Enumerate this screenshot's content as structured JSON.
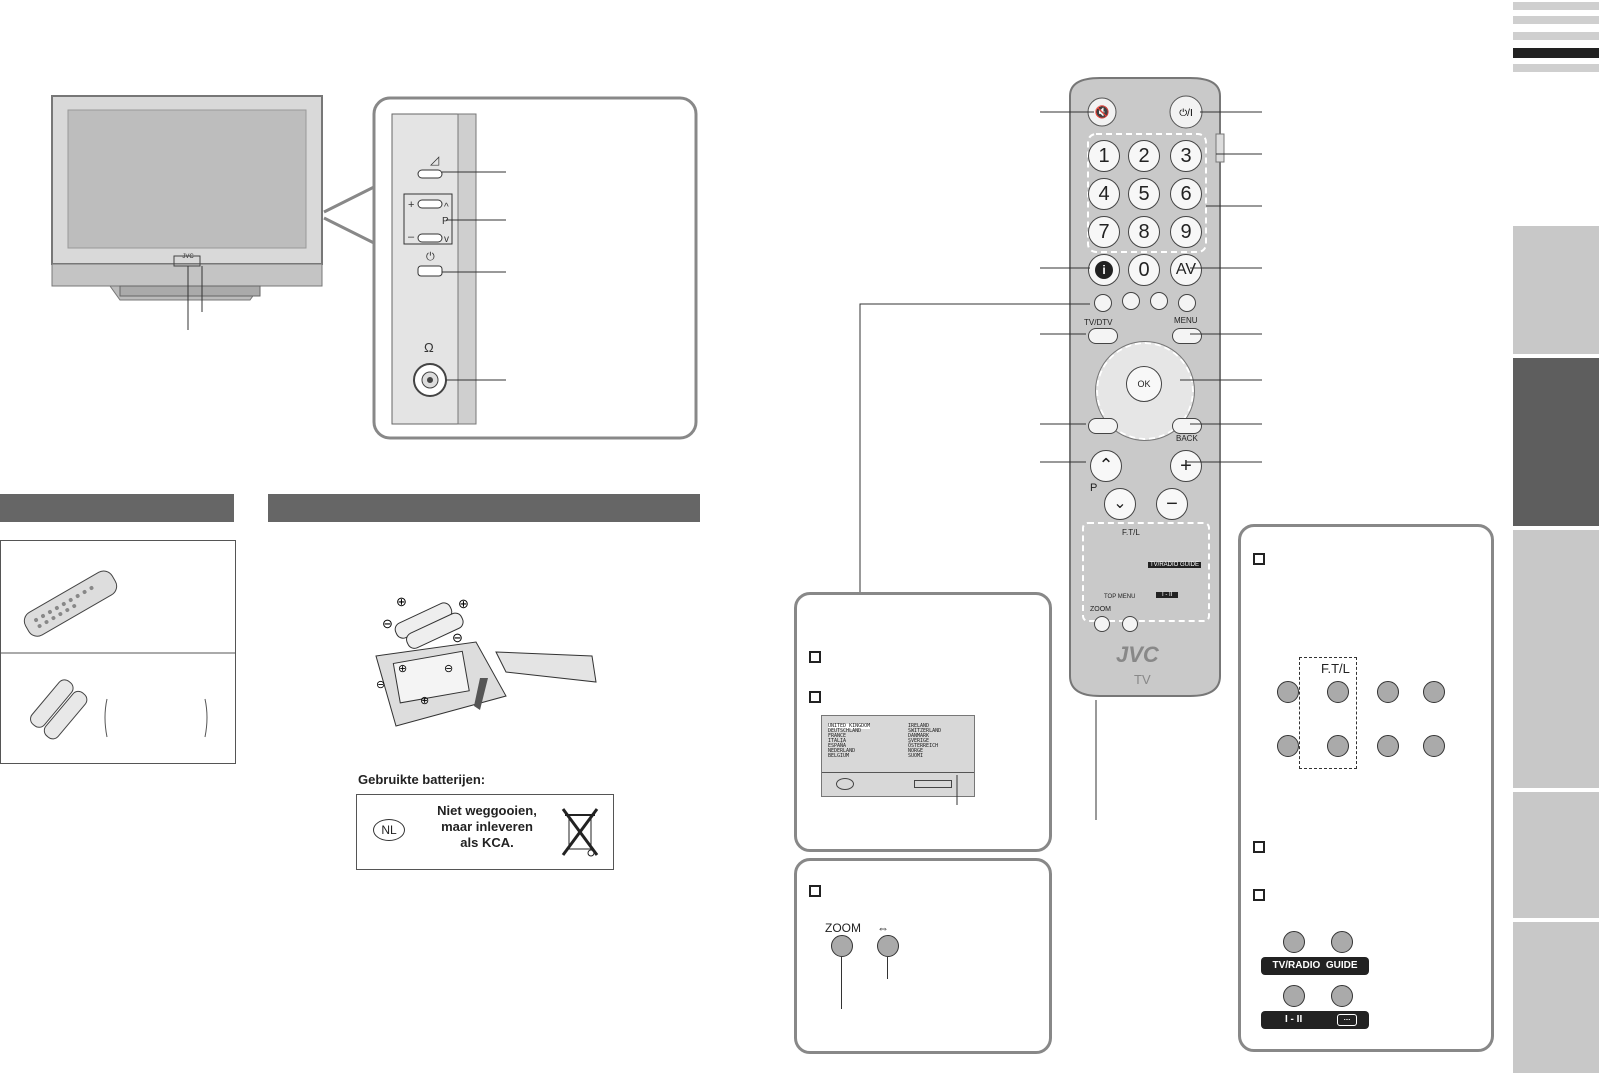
{
  "tv_panel": {
    "brand": "JVC",
    "pch_label": "P"
  },
  "remote": {
    "top_buttons": {
      "power": "⏻/I"
    },
    "digits": [
      "1",
      "2",
      "3",
      "4",
      "5",
      "6",
      "7",
      "8",
      "9"
    ],
    "zero": "0",
    "info": "i",
    "av": "AV",
    "tv_dtv": "TV/DTV",
    "menu": "MENU",
    "ok": "OK",
    "back": "BACK",
    "p_label": "P",
    "ftl": "F.T/L",
    "tv_radio_guide": "TV/RADIO  GUIDE",
    "top_menu": "TOP MENU",
    "i_ii": "I - II",
    "zoom": "ZOOM",
    "brand": "JVC",
    "model": "TV"
  },
  "battery_note": {
    "heading": "Gebruikte batterijen:",
    "country": "NL",
    "lines": [
      "Niet weggooien,",
      "maar inleveren",
      "als KCA."
    ]
  },
  "country_menu": {
    "left": [
      "UNITED KINGDOM",
      "DEUTSCHLAND",
      "FRANCE",
      "ITALIA",
      "ESPAÑA",
      "NEDERLAND",
      "BELGIUM"
    ],
    "right": [
      "IRELAND",
      "SWITZERLAND",
      "DANMARK",
      "SVERIGE",
      "ÖSTERREICH",
      "NORGE",
      "SUOMI"
    ]
  },
  "zoom_panel": {
    "zoom": "ZOOM"
  },
  "right_panel": {
    "ftl": "F.T/L",
    "tv_radio_guide": "TV/RADIO  GUIDE",
    "i_ii": "I - II",
    "subtitle": "...."
  },
  "colors": {
    "header_bar": "#666666",
    "remote_body": "#c9c9c9",
    "tab_dark": "#5e5e5e",
    "tab_light": "#c8c8c8"
  }
}
